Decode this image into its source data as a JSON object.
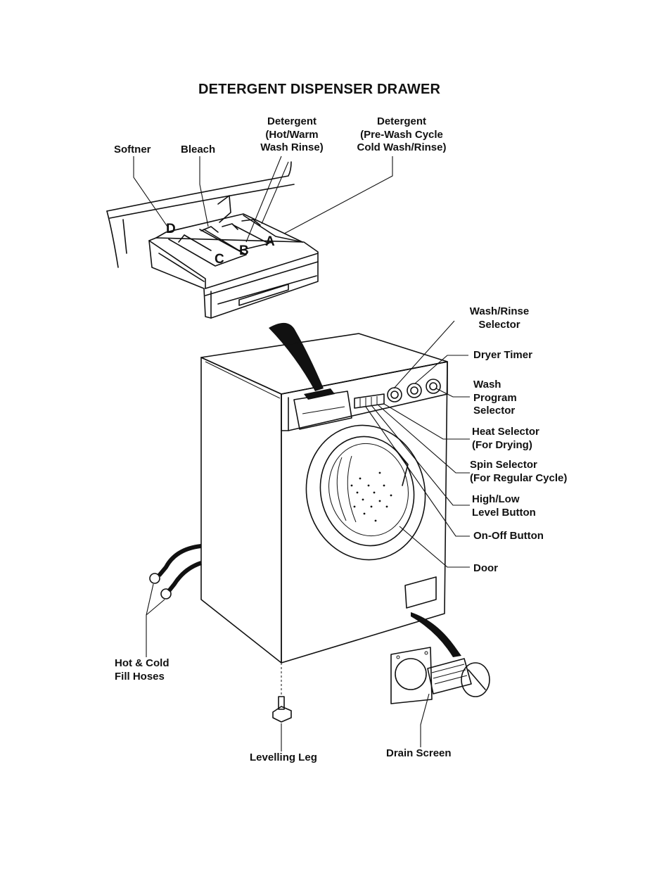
{
  "title": "DETERGENT DISPENSER DRAWER",
  "drawer_labels": {
    "softner": "Softner",
    "bleach": "Bleach",
    "detergent_hot": "Detergent\n(Hot/Warm\nWash Rinse)",
    "detergent_pre": "Detergent\n(Pre-Wash Cycle\nCold Wash/Rinse)"
  },
  "compartments": {
    "a": "A",
    "b": "B",
    "c": "C",
    "d": "D"
  },
  "machine_labels": {
    "wash_rinse_selector": "Wash/Rinse\nSelector",
    "dryer_timer": "Dryer Timer",
    "wash_program_selector": "Wash\nProgram\nSelector",
    "heat_selector": "Heat Selector\n(For Drying)",
    "spin_selector": "Spin Selector\n(For Regular Cycle)",
    "high_low_level_button": "High/Low\nLevel Button",
    "on_off_button": "On-Off Button",
    "door": "Door",
    "hot_cold_fill_hoses": "Hot & Cold\nFill Hoses",
    "levelling_leg": "Levelling Leg",
    "drain_screen": "Drain Screen"
  }
}
